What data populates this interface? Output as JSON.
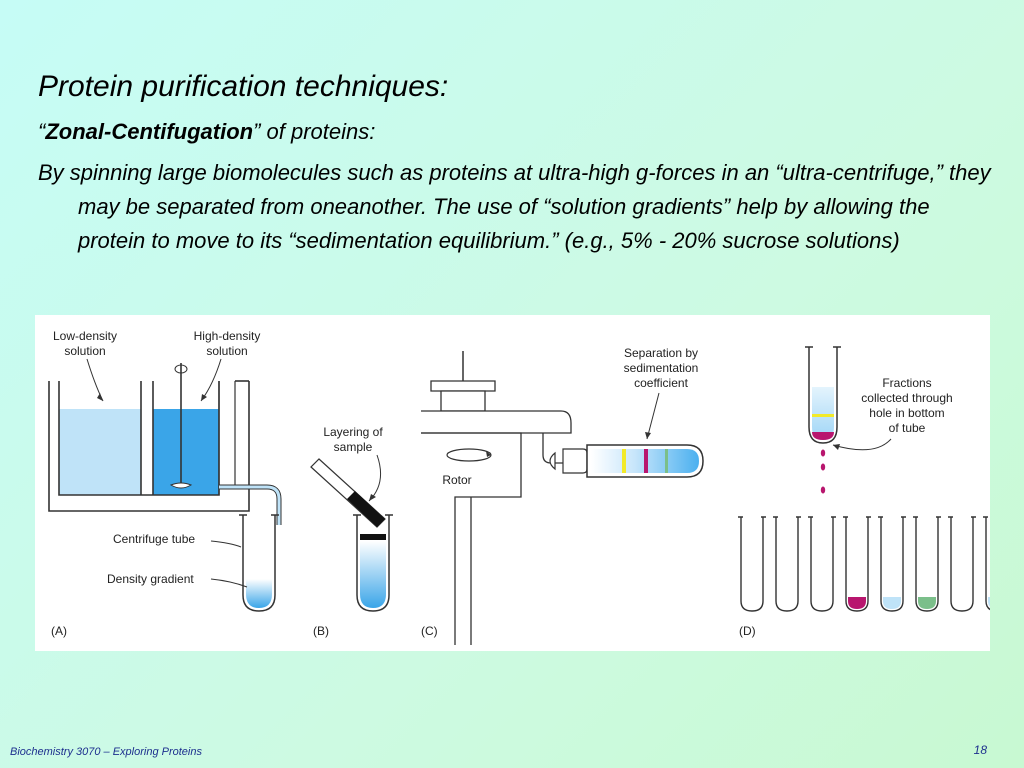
{
  "slide": {
    "title": "Protein purification techniques:",
    "subtitle_open": "“",
    "subtitle_bold": "Zonal-Centifugation",
    "subtitle_rest": "” of proteins:",
    "body": "By spinning large biomolecules such as proteins at ultra-high g-forces in an “ultra-centrifuge,” they may be separated from oneanother.  The use of “solution gradients” help by allowing the protein to move to its “sedimentation equilibrium.”  (e.g., 5% - 20% sucrose solutions)"
  },
  "figure": {
    "label_low_density_1": "Low-density",
    "label_low_density_2": "solution",
    "label_high_density_1": "High-density",
    "label_high_density_2": "solution",
    "label_centrifuge_tube": "Centrifuge tube",
    "label_density_gradient": "Density gradient",
    "label_layering_1": "Layering of",
    "label_layering_2": "sample",
    "label_separation_1": "Separation by",
    "label_separation_2": "sedimentation",
    "label_separation_3": "coefficient",
    "label_rotor": "Rotor",
    "label_fractions_1": "Fractions",
    "label_fractions_2": "collected through",
    "label_fractions_3": "hole in bottom",
    "label_fractions_4": "of tube",
    "panel_a": "(A)",
    "panel_b": "(B)",
    "panel_c": "(C)",
    "panel_d": "(D)"
  },
  "colors": {
    "low_density": "#bfe3f8",
    "high_density": "#3aa5e8",
    "magenta_band": "#b8166e",
    "yellow_band": "#f2ea2a",
    "green_band": "#7bbf8a",
    "line": "#333333"
  },
  "footer": {
    "course": "Biochemistry 3070 – Exploring Proteins",
    "page": "18"
  }
}
